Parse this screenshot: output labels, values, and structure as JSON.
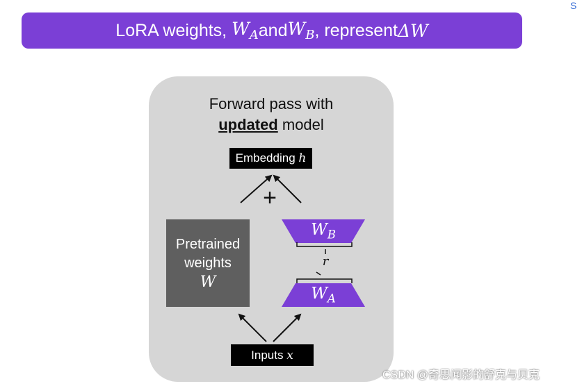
{
  "title": {
    "prefix": "LoRA weights, ",
    "wa_base": "W",
    "wa_sub": "A",
    "and": " and ",
    "wb_base": "W",
    "wb_sub": "B",
    "mid": ", represent ",
    "delta": "ΔW"
  },
  "panel": {
    "title_line1": "Forward pass with",
    "title_bold": "updated",
    "title_rest": " model"
  },
  "embedding": {
    "label": "Embedding ",
    "var": "h"
  },
  "plus": "+",
  "pretrained": {
    "line1": "Pretrained",
    "line2": "weights",
    "var": "W"
  },
  "lora_b": {
    "base": "W",
    "sub": "B"
  },
  "lora_a": {
    "base": "W",
    "sub": "A"
  },
  "rank": "r",
  "inputs": {
    "label": "Inputs ",
    "var": "x"
  },
  "watermark": "CSDN @奇思闻影的舒克与贝克",
  "corner_glyph": "S",
  "colors": {
    "purple": "#7b3fd6",
    "gray_panel": "#d6d6d6",
    "dark_gray": "#5f5f5f"
  }
}
